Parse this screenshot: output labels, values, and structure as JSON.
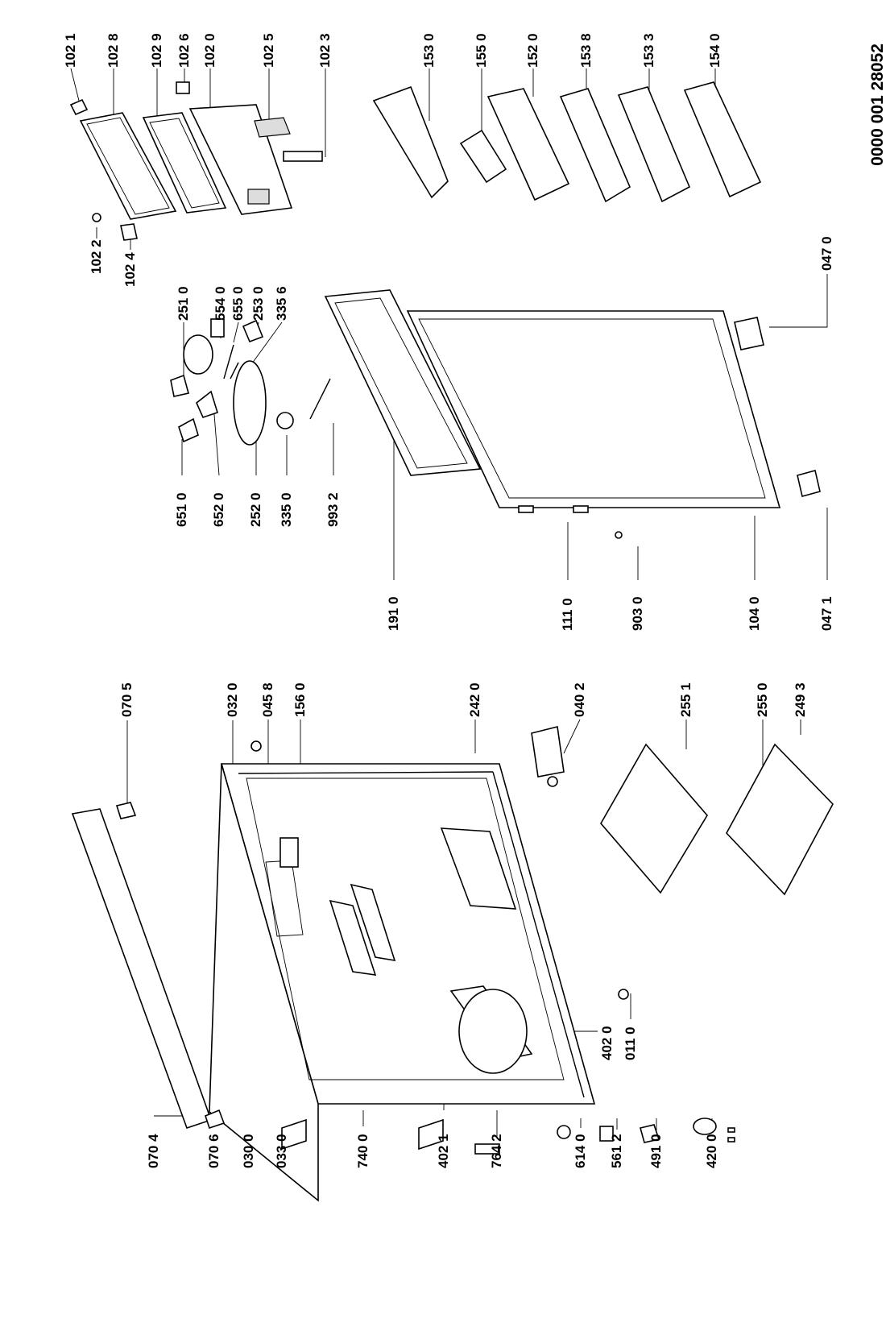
{
  "document_number": "0000 001 28052",
  "parts": {
    "p1021": "102 1",
    "p1028": "102 8",
    "p1029": "102 9",
    "p1026": "102 6",
    "p1020": "102 0",
    "p1025": "102 5",
    "p1023": "102 3",
    "p1022": "102 2",
    "p1024": "102 4",
    "p1530": "153 0",
    "p1550": "155 0",
    "p1520": "152 0",
    "p1538": "153 8",
    "p1533": "153 3",
    "p1540": "154 0",
    "p2510": "251 0",
    "p5540": "554 0",
    "p6550": "655 0",
    "p2530": "253 0",
    "p3356": "335 6",
    "p6510": "651 0",
    "p6520": "652 0",
    "p2520": "252 0",
    "p3350": "335 0",
    "p9932": "993 2",
    "p0470": "047 0",
    "p0471": "047 1",
    "p1910": "191 0",
    "p1110": "111 0",
    "p9030": "903 0",
    "p1040": "104 0",
    "p0705": "070 5",
    "p0320": "032 0",
    "p0458": "045 8",
    "p1560": "156 0",
    "p2420": "242 0",
    "p0402": "040 2",
    "p2551": "255 1",
    "p2550": "255 0",
    "p2493": "249 3",
    "p4020": "402 0",
    "p0110": "011 0",
    "p0704": "070 4",
    "p0706": "070 6",
    "p0300": "030 0",
    "p0330": "033 0",
    "p7400": "740 0",
    "p4021": "402 1",
    "p7642": "764 2",
    "p6140": "614 0",
    "p5612": "561 2",
    "p4910": "491 0",
    "p4200": "420 0"
  }
}
